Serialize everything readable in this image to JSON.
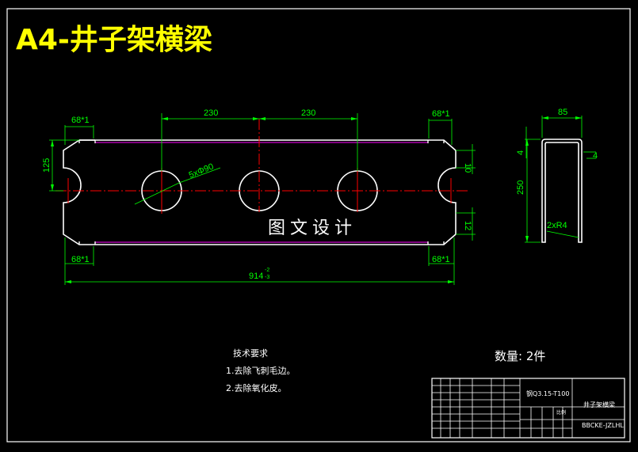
{
  "title": "A4-井子架横梁",
  "dimensions": {
    "chamfer_top_left": "68*1",
    "chamfer_top_right": "68*1",
    "chamfer_bottom_left": "68*1",
    "chamfer_bottom_right": "68*1",
    "hole_spacing_left": "230",
    "hole_spacing_right": "230",
    "hole_spec": "5xΦ90",
    "end_height": "125",
    "notch_top": "10",
    "notch_bottom": "12",
    "overall_length": "914",
    "length_tolerance": "-2",
    "length_tolerance_low": "-3",
    "section_width": "85",
    "section_height": "250",
    "thickness_left": "4",
    "thickness_right": "4",
    "bend_radius": "2xR4"
  },
  "watermark": "图文设计",
  "notes": {
    "heading": "技术要求",
    "items": [
      "1.去除飞刺毛边。",
      "2.去除氧化皮。"
    ]
  },
  "quantity": "数量: 2件",
  "title_block": {
    "material": "钢Q3.15-T100",
    "part_name": "井子架横梁",
    "drawing_no": "BBCKE-JZLHL",
    "scale_label": "比例"
  },
  "colors": {
    "background": "#000000",
    "title": "#ffff00",
    "outline": "#ffffff",
    "dimension": "#00ff00",
    "centerline": "#ff0000",
    "hidden": "#ff00ff"
  }
}
